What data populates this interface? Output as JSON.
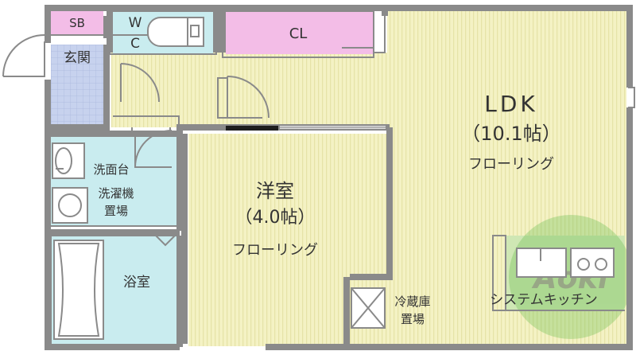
{
  "rooms": {
    "sb": "SB",
    "genkan": "玄関",
    "wc_line1": "W",
    "wc_line2": "C",
    "closet": "CL",
    "ldk": {
      "name": "LDK",
      "size": "（10.1帖）",
      "floor": "フローリング"
    },
    "western": {
      "name": "洋室",
      "size": "（4.0帖）",
      "floor": "フローリング"
    },
    "washbasin": "洗面台",
    "washer_line1": "洗濯機",
    "washer_line2": "置場",
    "bath": "浴室",
    "fridge_line1": "冷蔵庫",
    "fridge_line2": "置場",
    "kitchen": "システムキッチン"
  },
  "watermark": "Aoki",
  "colors": {
    "wall": "#8a8a8a",
    "floor_yellow": "#f4f2c4",
    "floor_stripe": "#e6e3a8",
    "wet_area": "#c9ecef",
    "genkan_tile": "#c7d2ee",
    "closet_pink": "#f3bde7",
    "kitchen_green": "#cfe7b4",
    "watermark_green": "#6dbf53"
  }
}
